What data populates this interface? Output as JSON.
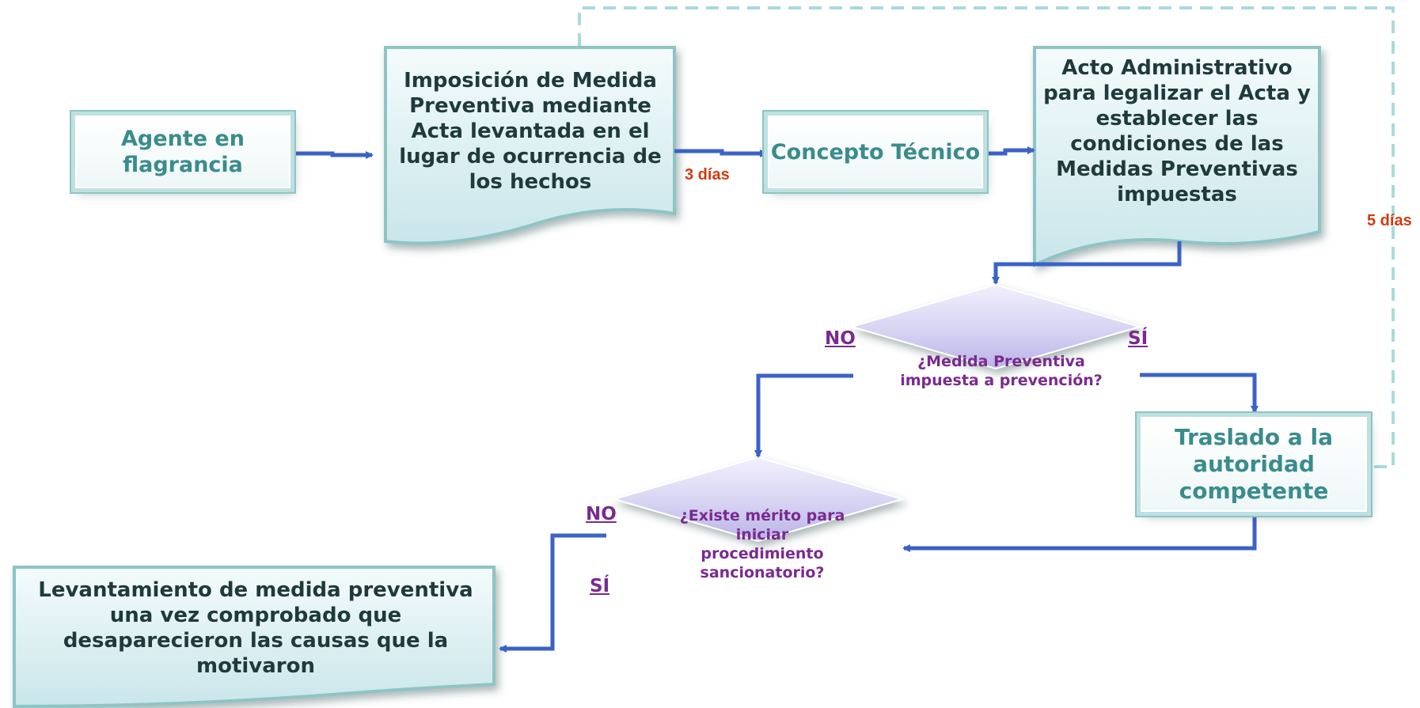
{
  "colors": {
    "arrow": "#3a62c8",
    "dashed_line": "#a9dada",
    "days_label": "#d13a12",
    "question_text": "#7a2a90",
    "box_text_teal": "#3a8c8c",
    "box_text_dark": "#1f3a3a",
    "box_fill": "#dff0f3",
    "diamond_fill": "#d6d3f3"
  },
  "nodes": {
    "agente": {
      "text": "Agente en flagrancia"
    },
    "imposicion": {
      "text": "Imposición de Medida Preventiva mediante Acta levantada en el lugar de ocurrencia de los hechos"
    },
    "concepto": {
      "text": "Concepto Técnico"
    },
    "acto": {
      "text": "Acto Administrativo para legalizar el Acta y establecer las condiciones de las Medidas Preventivas impuestas"
    },
    "decision1": {
      "text": "¿Medida Preventiva impuesta a prevención?"
    },
    "traslado": {
      "text": "Traslado a la autoridad competente"
    },
    "decision2": {
      "text": "¿Existe mérito para iniciar procedimiento sancionatorio?"
    },
    "levantamiento": {
      "text": "Levantamiento de medida preventiva una vez comprobado que desaparecieron las causas que la motivaron"
    }
  },
  "labels": {
    "tres_dias": "3 días",
    "cinco_dias": "5 días",
    "d1_no": "NO",
    "d1_si": "SÍ",
    "d2_no": "NO",
    "d2_si": "SÍ"
  }
}
